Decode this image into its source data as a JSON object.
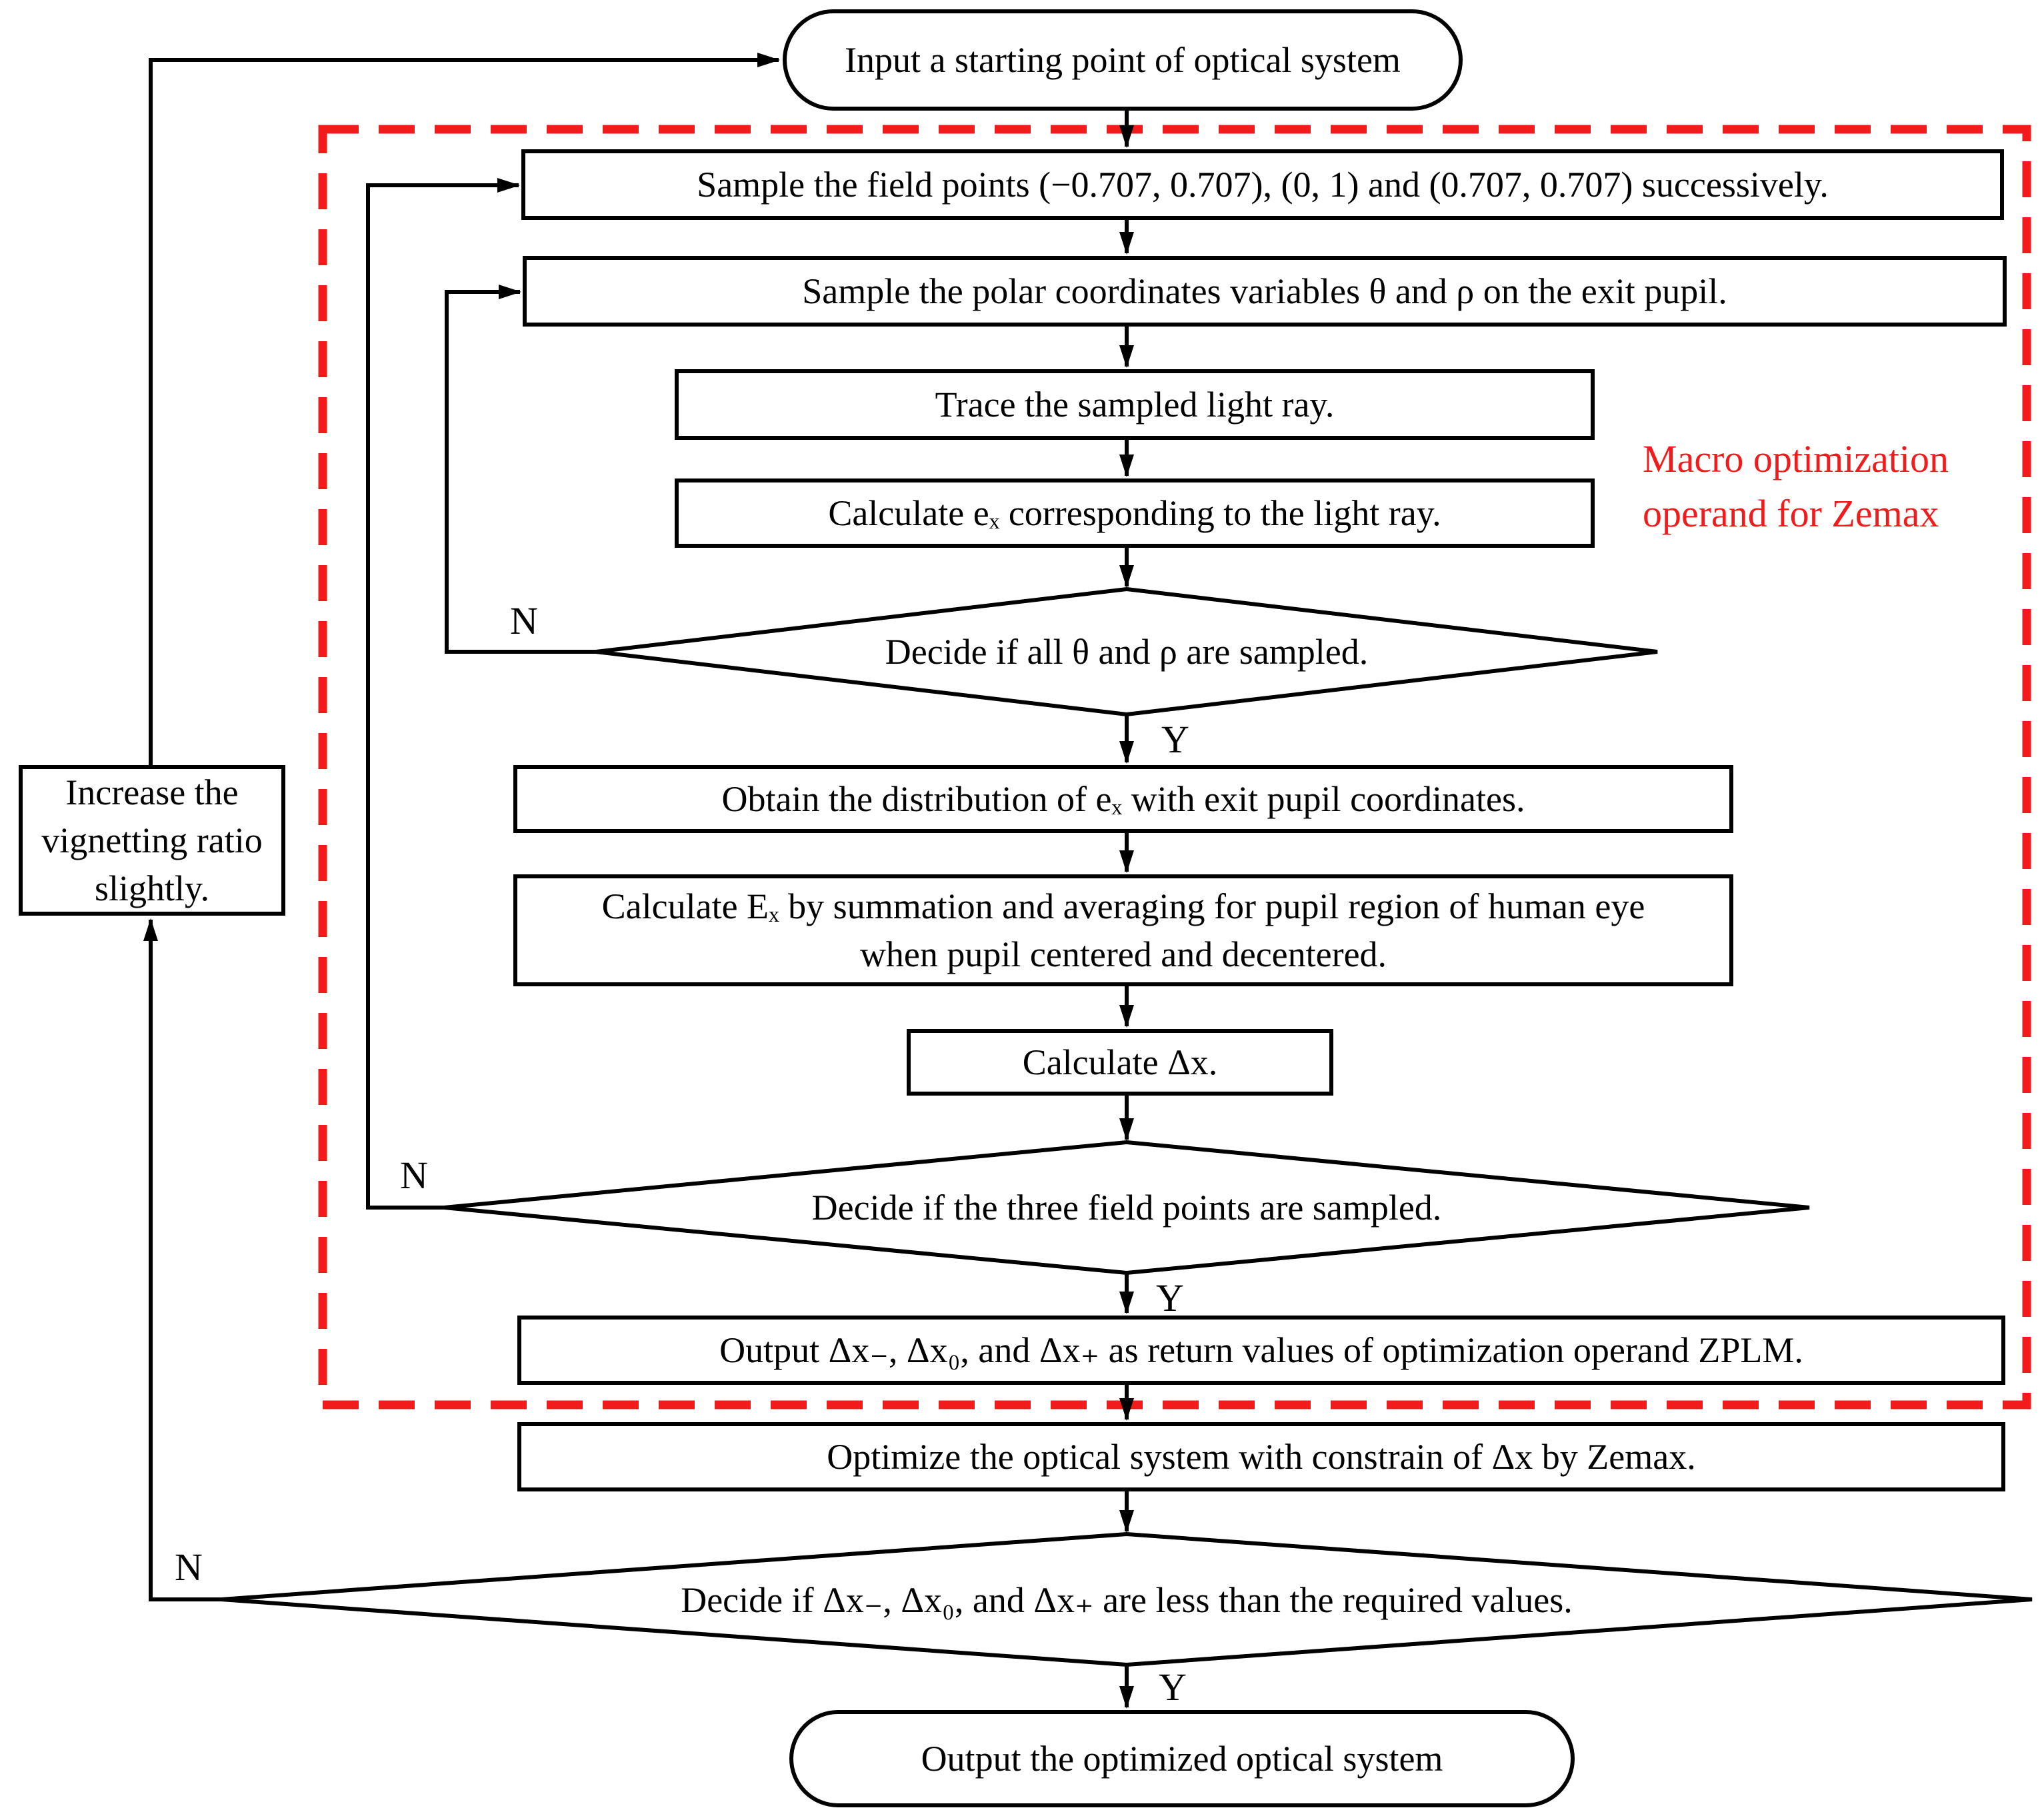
{
  "figure": {
    "colors": {
      "line": "#000000",
      "annotation_red": "#f21b1b",
      "background": "#ffffff"
    },
    "labels": {
      "yes": "Y",
      "no": "N"
    },
    "annotation": {
      "text": "Macro optimization\noperand for Zemax"
    },
    "nodes": {
      "start": "Input a starting point of optical system",
      "sample_field_points": "Sample the field points (−0.707, 0.707), (0, 1) and (0.707, 0.707) successively.",
      "sample_polar": "Sample the polar coordinates variables θ and ρ on the exit pupil.",
      "trace_ray": "Trace the sampled light ray.",
      "calc_ex": "Calculate eₓ corresponding to the light ray.",
      "decide_theta_rho": "Decide if all θ and ρ are sampled.",
      "obtain_distribution": "Obtain the distribution of eₓ with exit pupil coordinates.",
      "calc_Ex": "Calculate Eₓ by summation and averaging for pupil region of human eye\nwhen pupil centered and decentered.",
      "calc_dx": "Calculate Δx.",
      "decide_field_points": "Decide if the three field points are sampled.",
      "output_zplm": "Output Δx₋, Δx₀, and Δx₊ as return values of optimization operand ZPLM.",
      "optimize": "Optimize the optical system with constrain of Δx by Zemax.",
      "decide_required": "Decide if Δx₋, Δx₀, and Δx₊ are less than the required values.",
      "increase_vignetting": "Increase the\nvignetting ratio\nslightly.",
      "end": "Output the optimized optical system"
    }
  }
}
